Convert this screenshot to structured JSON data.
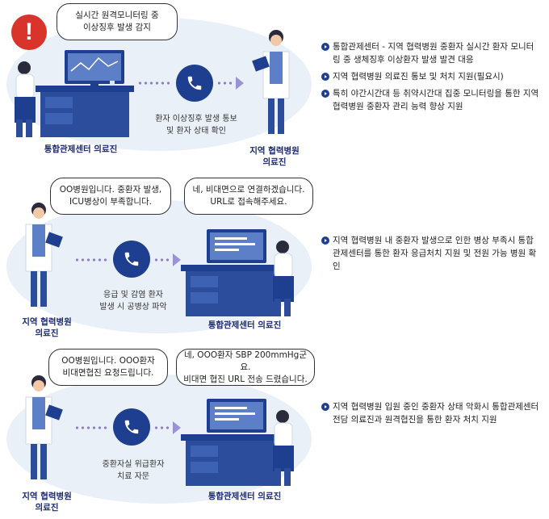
{
  "colors": {
    "navy": "#1e3f8f",
    "caption": "#1a2a6c",
    "bg": "#eaf0f7",
    "alert": "#d9342b",
    "dots": "#8b80c8"
  },
  "panels": [
    {
      "bubbles": [
        "실시간 원격모니터링 중\n이상징후 발생 감지"
      ],
      "middle_text": "환자 이상징후 발생 통보\n및 환자 상태 확인",
      "left_caption": "통합관제센터 의료진",
      "right_caption": "지역 협력병원\n의료진",
      "icons": [
        "alert-icon",
        "phone-icon"
      ],
      "bullets": [
        "통합관제센터 - 지역 협력병원 중환자 실시간 환자 모니터링 중 생체징후 이상환자 발생 발견 대응",
        "지역 협력병원 의료진 통보 및 처치 지원(필요시)",
        "특히 야간시간대 등 취약시간대 집중 모니터링을 통한 지역 협력병원 중환자 관리 능력 향상 지원"
      ]
    },
    {
      "bubbles": [
        "OO병원입니다. 중환자 발생,\nICU병상이 부족합니다.",
        "네, 비대면으로 연결하겠습니다.\nURL로 접속해주세요."
      ],
      "middle_text": "응급 및 감염 환자\n발생 시 공병상 파악",
      "left_caption": "지역 협력병원\n의료진",
      "right_caption": "통합관제센터 의료진",
      "icons": [
        "phone-icon"
      ],
      "bullets": [
        "지역 협력병원 내 중환자 발생으로 인한 병상 부족시 통합관제센터를 통한 환자 응급처치 지원 및 전원 가능 병원 확인"
      ]
    },
    {
      "bubbles": [
        "OO병원입니다. OOO환자\n비대면협진 요청드립니다.",
        "네, OOO환자 SBP 200mmHg군요.\n비대면 협진 URL 전송 드렸습니다."
      ],
      "middle_text": "중환자실 위급환자\n치료 자문",
      "left_caption": "지역 협력병원\n의료진",
      "right_caption": "통합관제센터 의료진",
      "icons": [
        "phone-icon"
      ],
      "bullets": [
        "지역 협력병원 입원 중인 중환자 상태 악화시 통합관제센터 전담 의료진과 원격협진을 통한 환자 처치 지원"
      ]
    }
  ]
}
